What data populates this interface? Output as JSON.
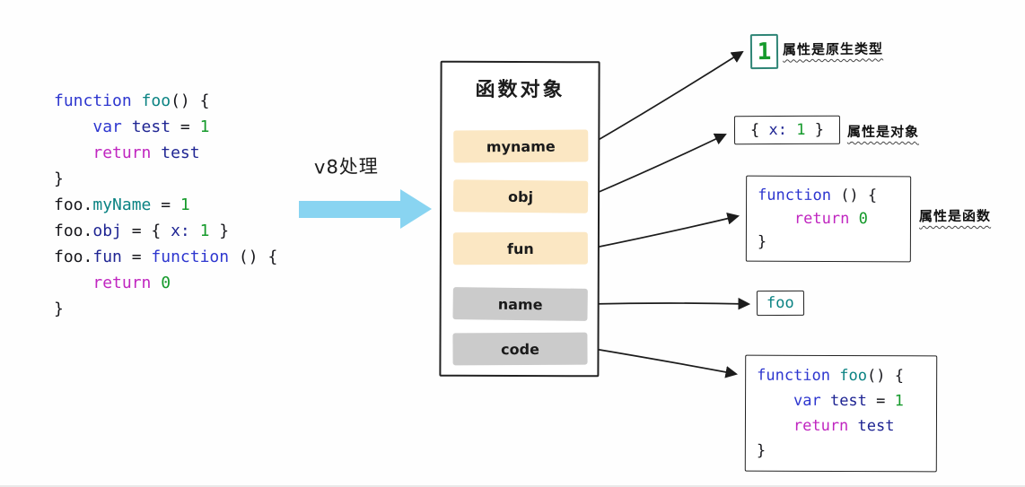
{
  "colors": {
    "keyword": "#2d36cf",
    "func_name": "#0b8383",
    "variable": "#1f2593",
    "return_kw": "#c026c0",
    "number": "#159a2b",
    "plain": "#15151a",
    "row_warm": "#fbe7c3",
    "row_gray": "#cbcbcb",
    "big_arrow": "#89d4f1",
    "primitive_box_border": "#2f8576",
    "ink": "#1c1c1c"
  },
  "v8_arrow": {
    "label": "v8处理"
  },
  "left_code": {
    "lines": [
      [
        [
          "kw",
          "function"
        ],
        [
          "pl",
          " "
        ],
        [
          "fn",
          "foo"
        ],
        [
          "pl",
          "() {"
        ]
      ],
      [
        [
          "pl",
          "    "
        ],
        [
          "kw",
          "var"
        ],
        [
          "pl",
          " "
        ],
        [
          "vr",
          "test"
        ],
        [
          "pl",
          " = "
        ],
        [
          "num",
          "1"
        ]
      ],
      [
        [
          "pl",
          "    "
        ],
        [
          "ret",
          "return"
        ],
        [
          "pl",
          " "
        ],
        [
          "vr",
          "test"
        ]
      ],
      [
        [
          "pl",
          "}"
        ]
      ],
      [
        [
          "pl",
          "foo."
        ],
        [
          "fn",
          "myName"
        ],
        [
          "pl",
          " = "
        ],
        [
          "num",
          "1"
        ]
      ],
      [
        [
          "pl",
          "foo."
        ],
        [
          "vr",
          "obj"
        ],
        [
          "pl",
          " = { "
        ],
        [
          "vr",
          "x:"
        ],
        [
          "pl",
          " "
        ],
        [
          "num",
          "1"
        ],
        [
          "pl",
          " }"
        ]
      ],
      [
        [
          "pl",
          "foo."
        ],
        [
          "vr",
          "fun"
        ],
        [
          "pl",
          " = "
        ],
        [
          "kw",
          "function"
        ],
        [
          "pl",
          " () {"
        ]
      ],
      [
        [
          "pl",
          "    "
        ],
        [
          "ret",
          "return"
        ],
        [
          "pl",
          " "
        ],
        [
          "num",
          "0"
        ]
      ],
      [
        [
          "pl",
          "}"
        ]
      ]
    ]
  },
  "function_object": {
    "title": "函数对象",
    "rows": [
      {
        "label": "myname",
        "type": "warm"
      },
      {
        "label": "obj",
        "type": "warm"
      },
      {
        "label": "fun",
        "type": "warm"
      },
      {
        "label": "name",
        "type": "gray"
      },
      {
        "label": "code",
        "type": "gray"
      }
    ]
  },
  "values": {
    "primitive": {
      "value": "1",
      "annotation": "属性是原生类型"
    },
    "object": {
      "code": [
        [
          [
            "pl",
            "{ "
          ],
          [
            "vr",
            "x:"
          ],
          [
            "pl",
            " "
          ],
          [
            "num",
            "1"
          ],
          [
            "pl",
            " }"
          ]
        ]
      ],
      "annotation": "属性是对象"
    },
    "function": {
      "code": [
        [
          [
            "kw",
            "function"
          ],
          [
            "pl",
            " () {"
          ]
        ],
        [
          [
            "pl",
            "    "
          ],
          [
            "ret",
            "return"
          ],
          [
            "pl",
            " "
          ],
          [
            "num",
            "0"
          ]
        ],
        [
          [
            "pl",
            "}"
          ]
        ]
      ],
      "annotation": "属性是函数"
    },
    "name": {
      "code": [
        [
          [
            "fn",
            "foo"
          ]
        ]
      ]
    },
    "code": {
      "code": [
        [
          [
            "kw",
            "function"
          ],
          [
            "pl",
            " "
          ],
          [
            "fn",
            "foo"
          ],
          [
            "pl",
            "() {"
          ]
        ],
        [
          [
            "pl",
            "    "
          ],
          [
            "kw",
            "var"
          ],
          [
            "pl",
            " "
          ],
          [
            "vr",
            "test"
          ],
          [
            "pl",
            " = "
          ],
          [
            "num",
            "1"
          ]
        ],
        [
          [
            "pl",
            "    "
          ],
          [
            "ret",
            "return"
          ],
          [
            "pl",
            " "
          ],
          [
            "vr",
            "test"
          ]
        ],
        [
          [
            "pl",
            "}"
          ]
        ]
      ]
    }
  }
}
